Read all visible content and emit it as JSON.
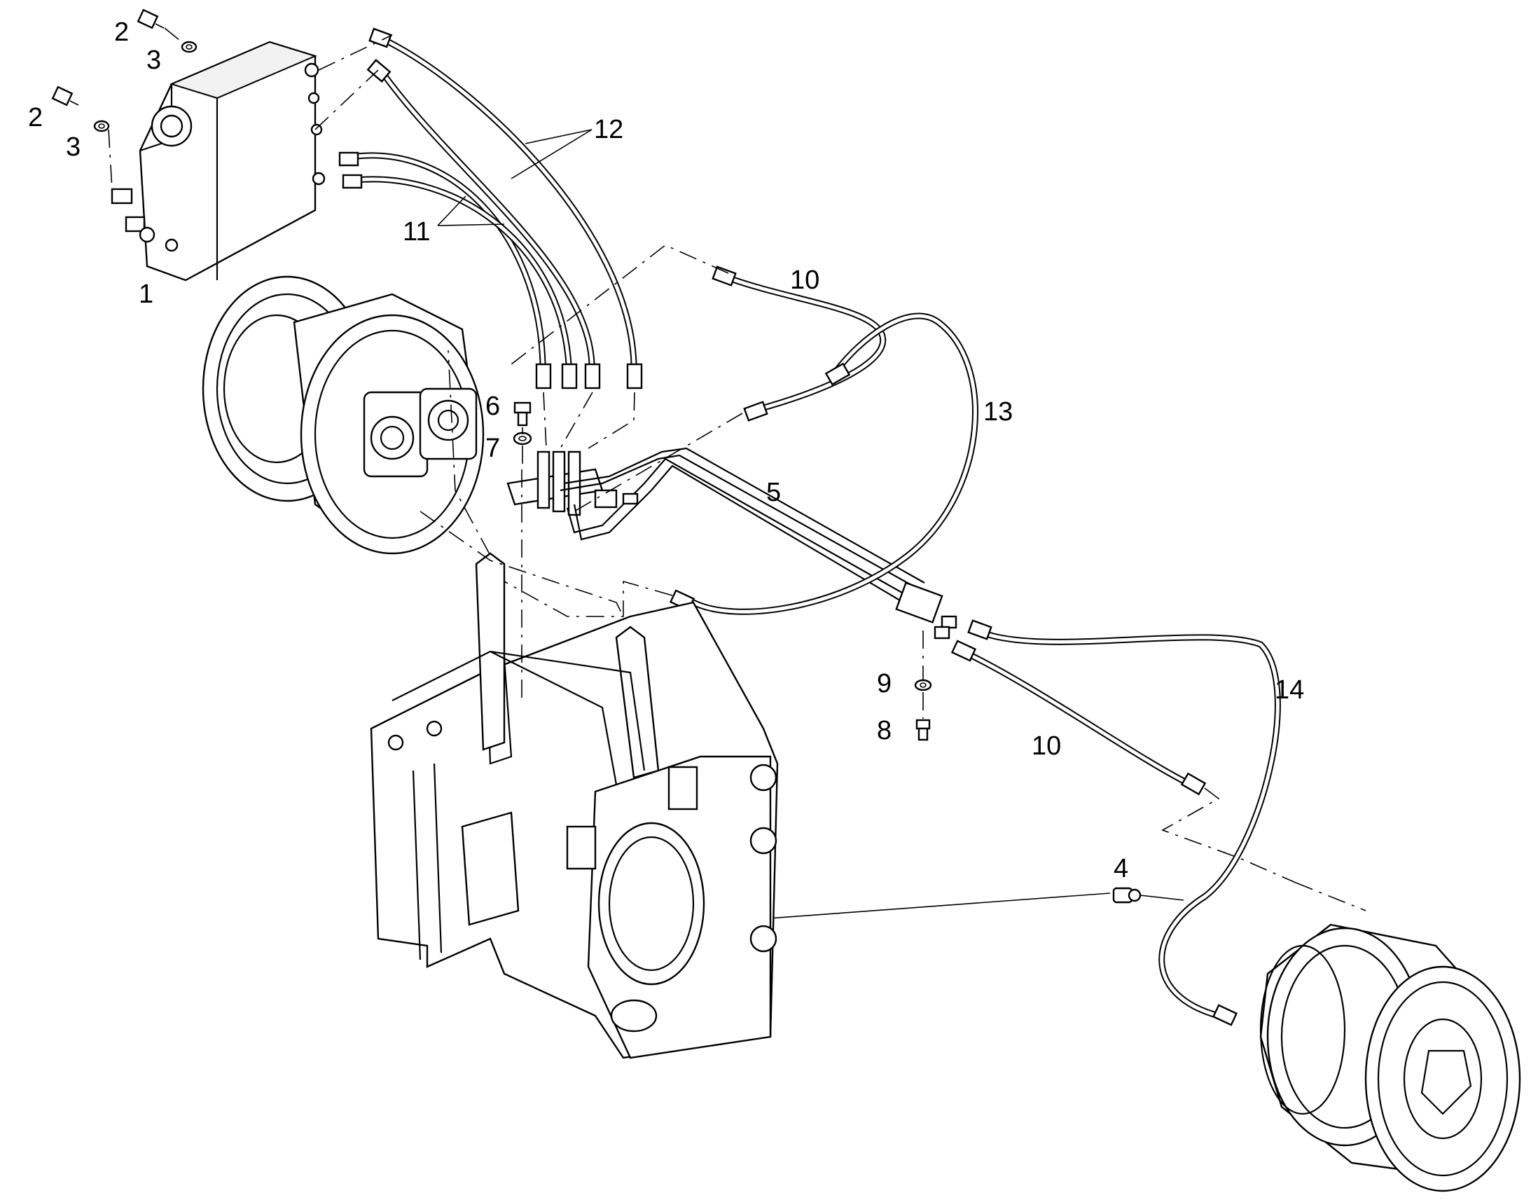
{
  "callouts": [
    {
      "id": "c1",
      "text": "1"
    },
    {
      "id": "c2a",
      "text": "2"
    },
    {
      "id": "c3a",
      "text": "3"
    },
    {
      "id": "c2b",
      "text": "2"
    },
    {
      "id": "c3b",
      "text": "3"
    },
    {
      "id": "c4",
      "text": "4"
    },
    {
      "id": "c5",
      "text": "5"
    },
    {
      "id": "c6",
      "text": "6"
    },
    {
      "id": "c7",
      "text": "7"
    },
    {
      "id": "c8",
      "text": "8"
    },
    {
      "id": "c9",
      "text": "9"
    },
    {
      "id": "c10a",
      "text": "10"
    },
    {
      "id": "c10b",
      "text": "10"
    },
    {
      "id": "c11",
      "text": "11"
    },
    {
      "id": "c12",
      "text": "12"
    },
    {
      "id": "c13",
      "text": "13"
    },
    {
      "id": "c14",
      "text": "14"
    }
  ]
}
